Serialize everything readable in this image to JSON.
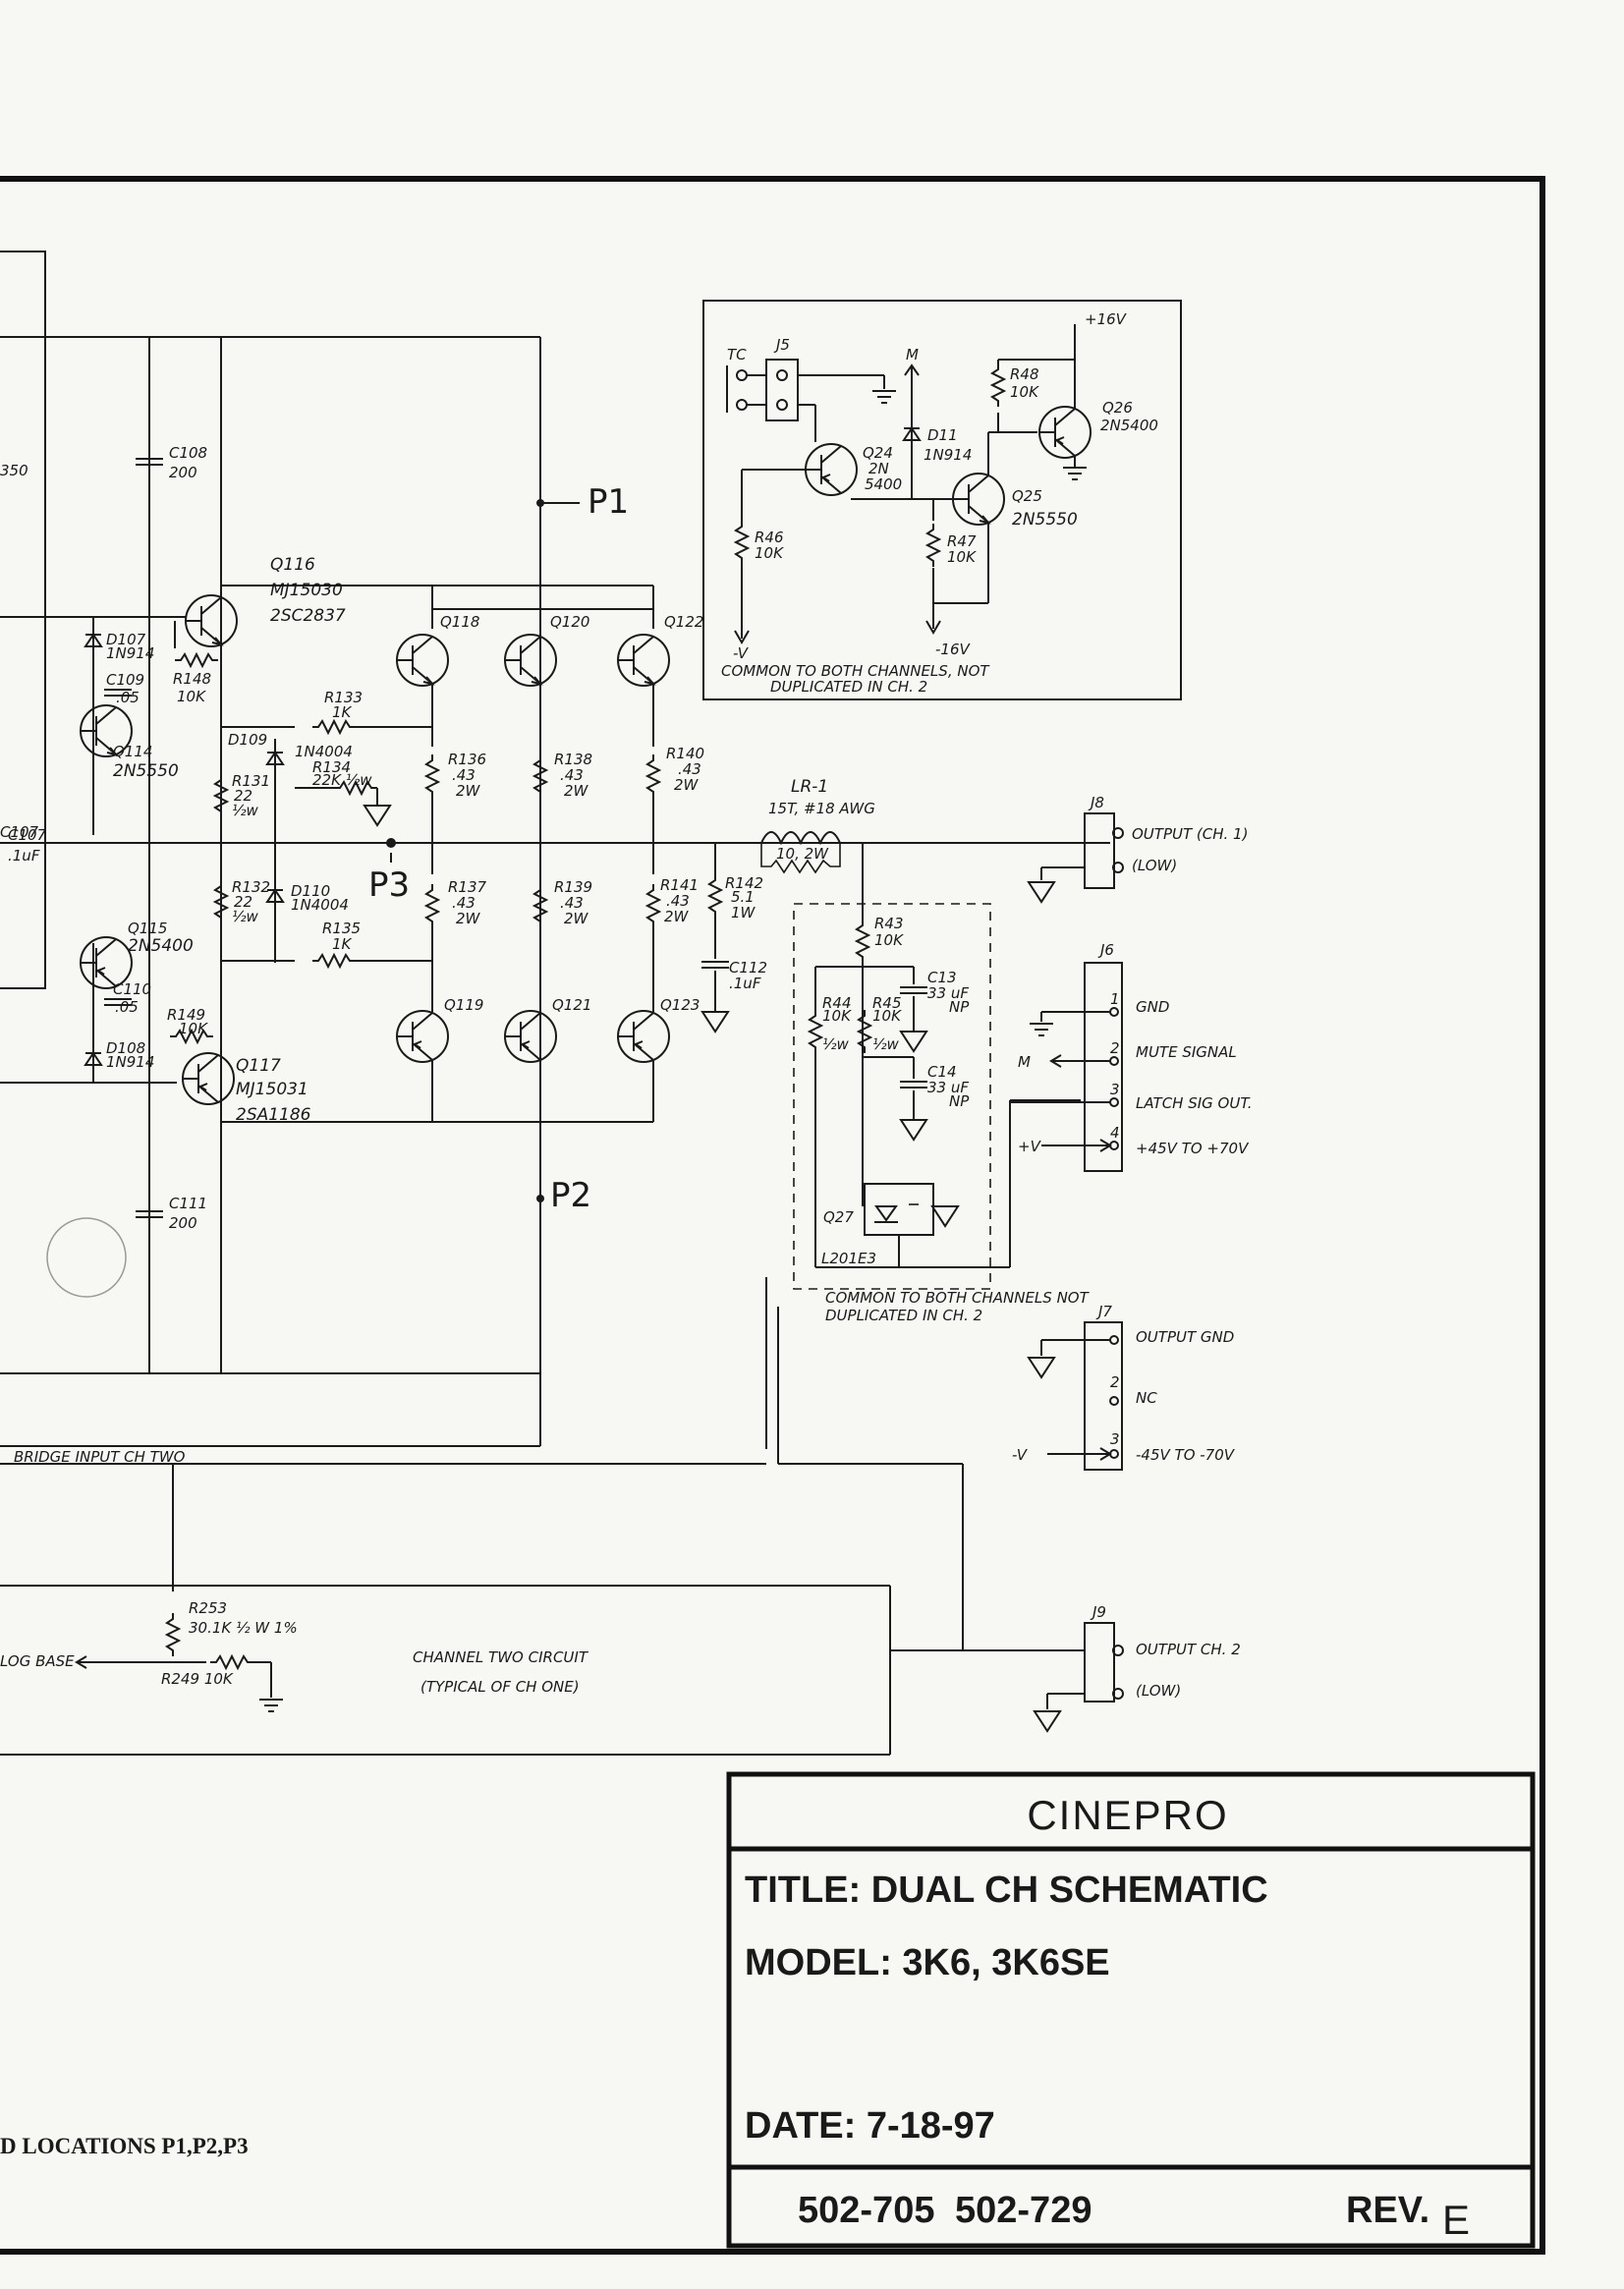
{
  "labels": {
    "c108": "C108",
    "c108v": "200",
    "q116": "Q116",
    "q116a": "MJ15030",
    "q116b": "2SC2837",
    "p1": "P1",
    "p2": "P2",
    "p3": "P3",
    "q118": "Q118",
    "q120": "Q120",
    "q122": "Q122",
    "d107": "D107",
    "d107v": "1N914",
    "c109": "C109",
    "c109v": ".05",
    "r148": "R148",
    "r148v": "10K",
    "r133": "R133",
    "r133v": "1K",
    "q114": "Q114",
    "q114v": "2N5550",
    "d109": "D109",
    "d109v": "1N4004",
    "r134": "R134",
    "r134v": "22K ½w",
    "r131": "R131",
    "r131v": "22",
    "r131w": "½w",
    "r136": "R136",
    "r136v": ".43",
    "r136w": "2W",
    "r138": "R138",
    "r138v": ".43",
    "r138w": "2W",
    "r140": "R140",
    "r140v": ".43",
    "r140w": "2W",
    "c107": "C107",
    "c107v": ".1uF",
    "lr1": "LR-1",
    "lr1v": "15T, #18 AWG",
    "lr1r": "10, 2W",
    "r132": "R132",
    "r132v": "22",
    "r132w": "½w",
    "d110": "D110",
    "d110v": "1N4004",
    "r135": "R135",
    "r135v": "1K",
    "r137": "R137",
    "r137v": ".43",
    "r137w": "2W",
    "r139": "R139",
    "r139v": ".43",
    "r139w": "2W",
    "r141": "R141",
    "r141v": ".43",
    "r141w": "2W",
    "r142": "R142",
    "r142v": "5.1",
    "r142w": "1W",
    "q115": "Q115",
    "q115v": "2N5400",
    "c110": "C110",
    "c110v": ".05",
    "c112": "C112",
    "c112v": ".1uF",
    "r149": "R149",
    "r149v": "10K",
    "d108": "D108",
    "d108v": "1N914",
    "q117": "Q117",
    "q117a": "MJ15031",
    "q117b": "2SA1186",
    "q119": "Q119",
    "q121": "Q121",
    "q123": "Q123",
    "c111": "C111",
    "c111v": "200",
    "r43": "R43",
    "r43v": "10K",
    "c13": "C13",
    "c13v": "33 uF",
    "c13w": "NP",
    "r44": "R44",
    "r44v": "10K",
    "r44w": "½w",
    "r45": "R45",
    "r45v": "10K",
    "r45w": "½w",
    "c14": "C14",
    "c14v": "33 uF",
    "c14w": "NP",
    "q27": "Q27",
    "q27v": "L201E3",
    "common2a": "COMMON TO BOTH CHANNELS NOT",
    "common2b": "DUPLICATED IN CH. 2",
    "bridge": "BRIDGE INPUT CH TWO",
    "r253": "R253",
    "r253v": "30.1K   ½ W 1%",
    "r249": "R249 10K",
    "logbase": "LOG BASE",
    "ch2a": "CHANNEL TWO CIRCUIT",
    "ch2b": "(TYPICAL OF CH ONE)",
    "inset_tc": "TC",
    "inset_j5": "J5",
    "inset_m": "M",
    "inset_16v": "+16V",
    "inset_r48": "R48",
    "inset_r48v": "10K",
    "inset_q26": "Q26",
    "inset_q26v": "2N5400",
    "inset_q24": "Q24",
    "inset_q24v": "2N",
    "inset_q24w": "5400",
    "inset_d11": "D11",
    "inset_d11v": "1N914",
    "inset_q25": "Q25",
    "inset_q25v": "2N5550",
    "inset_r46": "R46",
    "inset_r46v": "10K",
    "inset_r47": "R47",
    "inset_r47v": "10K",
    "inset_mv": "-V",
    "inset_m16": "-16V",
    "inset_common_a": "COMMON TO BOTH CHANNELS, NOT",
    "inset_common_b": "DUPLICATED IN CH. 2",
    "j8": "J8",
    "j8a": "OUTPUT (CH. 1)",
    "j8b": "(LOW)",
    "j6": "J6",
    "j6p1": "GND",
    "j6p2": "MUTE SIGNAL",
    "j6p3": "LATCH SIG OUT.",
    "j6p4": "+45V TO +70V",
    "j6m": "M",
    "j6v": "+V",
    "j7": "J7",
    "j7p1": "OUTPUT GND",
    "j7p2": "NC",
    "j7p3": "-45V TO -70V",
    "j7v": "-V",
    "j9": "J9",
    "j9a": "OUTPUT CH. 2",
    "j9b": "(LOW)",
    "c_partial": "C107",
    "r_partial": "350",
    "note": "D LOCATIONS P1,P2,P3"
  },
  "pins": {
    "p1": "1",
    "p2": "2",
    "p3": "3",
    "p4": "4"
  },
  "title_block": {
    "company": "CINEPRO",
    "title": "TITLE:  DUAL CH SCHEMATIC",
    "model": "MODEL:  3K6,  3K6SE",
    "date": "DATE:  7-18-97",
    "part1": "502-705",
    "part2": "502-729",
    "rev": "REV.",
    "rev_value": "E"
  }
}
